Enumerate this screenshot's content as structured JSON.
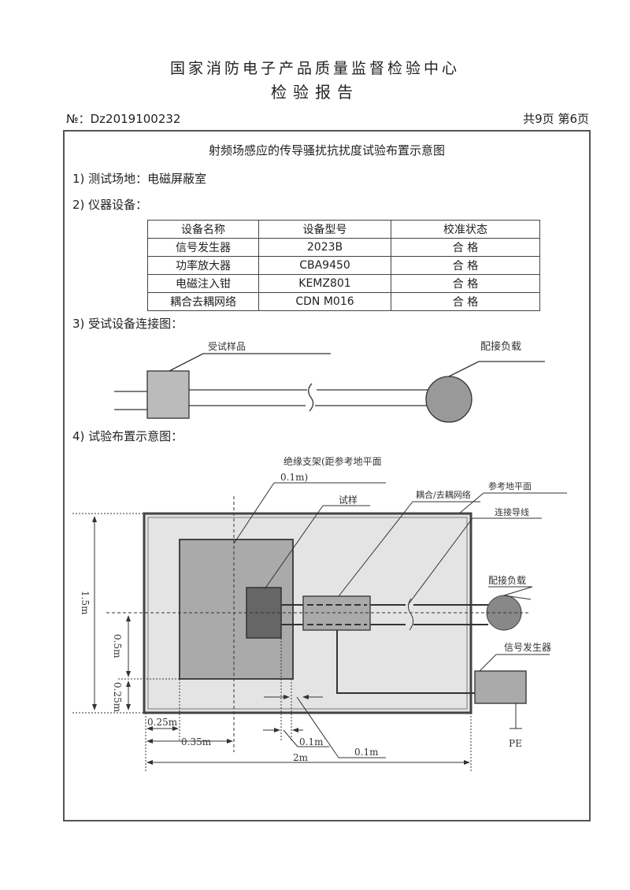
{
  "header": {
    "org": "国家消防电子产品质量监督检验中心",
    "doc_type": "检验报告",
    "report_no": "№：Dz2019100232",
    "page_info": "共9页  第6页"
  },
  "section_title": "射频场感应的传导骚扰抗扰度试验布置示意图",
  "items": {
    "site": "1)  测试场地：电磁屏蔽室",
    "equipment": "2)  仪器设备：",
    "connection": "3)  受试设备连接图：",
    "layout": "4)  试验布置示意图："
  },
  "table": {
    "headers": [
      "设备名称",
      "设备型号",
      "校准状态"
    ],
    "rows": [
      [
        "信号发生器",
        "2023B",
        "合 格"
      ],
      [
        "功率放大器",
        "CBA9450",
        "合 格"
      ],
      [
        "电磁注入钳",
        "KEMZ801",
        "合 格"
      ],
      [
        "耦合去耦网络",
        "CDN M016",
        "合 格"
      ]
    ]
  },
  "diagram1": {
    "eut_label": "受试样品",
    "load_label": "配接负载"
  },
  "diagram2": {
    "support_label": "绝缘支架(距参考地平面",
    "support_label2": "0.1m)",
    "sample_label": "试样",
    "cdn_label": "耦合/去耦网络",
    "ground_plane_label": "参考地平面",
    "wire_label": "连接导线",
    "load_label": "配接负载",
    "generator_label": "信号发生器",
    "pe_label": "PE",
    "dims": {
      "height": "1.5m",
      "half": "0.5m",
      "quarter": "0.25m",
      "left_margin": "0.25m",
      "center_offset": "0.35m",
      "width": "2m",
      "gap1": "0.1m",
      "gap2": "0.1m"
    }
  }
}
